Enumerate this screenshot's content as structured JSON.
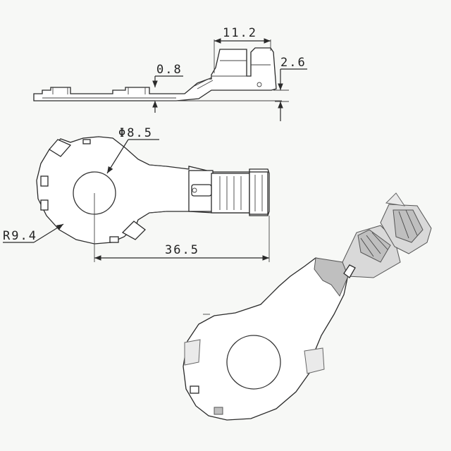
{
  "dimensions": {
    "width_top": "11.2",
    "height_top": "2.6",
    "thickness": "0.8",
    "hole_diameter": "Φ8.5",
    "radius": "R9.4",
    "length": "36.5"
  },
  "colors": {
    "background": "#f7f8f6",
    "line": "#2a2a2a",
    "shade_light": "#d9d9d9",
    "shade_dark": "#bfbfbf"
  }
}
